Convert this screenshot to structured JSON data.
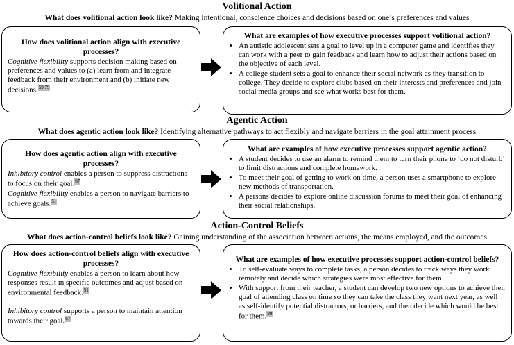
{
  "sections": [
    {
      "title": "Volitional Action",
      "subtitle_q": "What does volitional action look like?",
      "subtitle_def": "Making intentional, conscience choices and decisions based on one’s preferences and values",
      "left": {
        "heading": "How does volitional action align with executive processes?",
        "paragraphs": [
          {
            "term": "Cognitive flexibility",
            "text": " supports decision making based on preferences and values to (a) learn from and integrate feedback from their environment and (b) initiate new decisions.",
            "ref": "59,79"
          }
        ]
      },
      "right": {
        "heading": "What are examples of how executive processes support volitional action?",
        "bullets": [
          {
            "text": "An autistic adolescent sets a goal to level up in a computer game and identifies they can work with a peer to gain feedback and learn how to adjust their actions based on the objective of each level.",
            "ref": ""
          },
          {
            "text": "A college student sets a goal to enhance their social network as they transition to college. They decide to explore clubs based on their interests and preferences and join social media groups and see what works best for them.",
            "ref": ""
          }
        ]
      }
    },
    {
      "title": "Agentic Action",
      "subtitle_q": "What does agentic action look like?",
      "subtitle_def": "Identifying alternative pathways to act flexibly and navigate barriers in the goal attainment process",
      "left": {
        "heading": "How does agentic action align with executive processes?",
        "paragraphs": [
          {
            "term": "Inhibitory control",
            "text": " enables a person to suppress distractions to focus on their goal.",
            "ref": "67"
          },
          {
            "term": "Cognitive flexibility",
            "text": " enables a person to navigate barriers to achieve goals.",
            "ref": "51"
          }
        ]
      },
      "right": {
        "heading": "What are examples of how executive processes support agentic action?",
        "bullets": [
          {
            "text": "A student decides to use an alarm to remind them to turn their phone to ‘do not disturb’ to limit distractions and complete homework.",
            "ref": ""
          },
          {
            "text": "To meet their goal of getting to work on time, a person uses a smartphone to explore new methods of transportation.",
            "ref": ""
          },
          {
            "text": "A persons decides to explore online discussion forums to meet their goal of enhancing their social relationships.",
            "ref": ""
          }
        ]
      }
    },
    {
      "title": "Action-Control Beliefs",
      "subtitle_q": "What does action-control beliefs look like?",
      "subtitle_def": "Gaining understanding of the association between actions, the means employed, and the outcomes",
      "left": {
        "heading": "How does action-control beliefs align with executive processes?",
        "paragraphs": [
          {
            "term": "Cognitive flexibility",
            "text": " enables a person to learn about how responses result in specific outcomes and adjust based on environmental feedback.",
            "ref": "51"
          },
          {
            "term": "Inhibitory control",
            "text": " supports a person to maintain attention towards their goal.",
            "ref": "67"
          }
        ]
      },
      "right": {
        "heading": "What are examples of how executive processes support action-control beliefs?",
        "bullets": [
          {
            "text": "To self-evaluate ways to complete tasks, a person decides to track ways they work remotely and decide which strategies were most effective for them.",
            "ref": ""
          },
          {
            "text": "With support from their teacher, a student can develop two new options to achieve their goal of attending class on time so they can take the class they want next year, as well as self-identify potential distractors, or barriers, and then decide which would be best for them.",
            "ref": "80"
          }
        ]
      }
    }
  ]
}
